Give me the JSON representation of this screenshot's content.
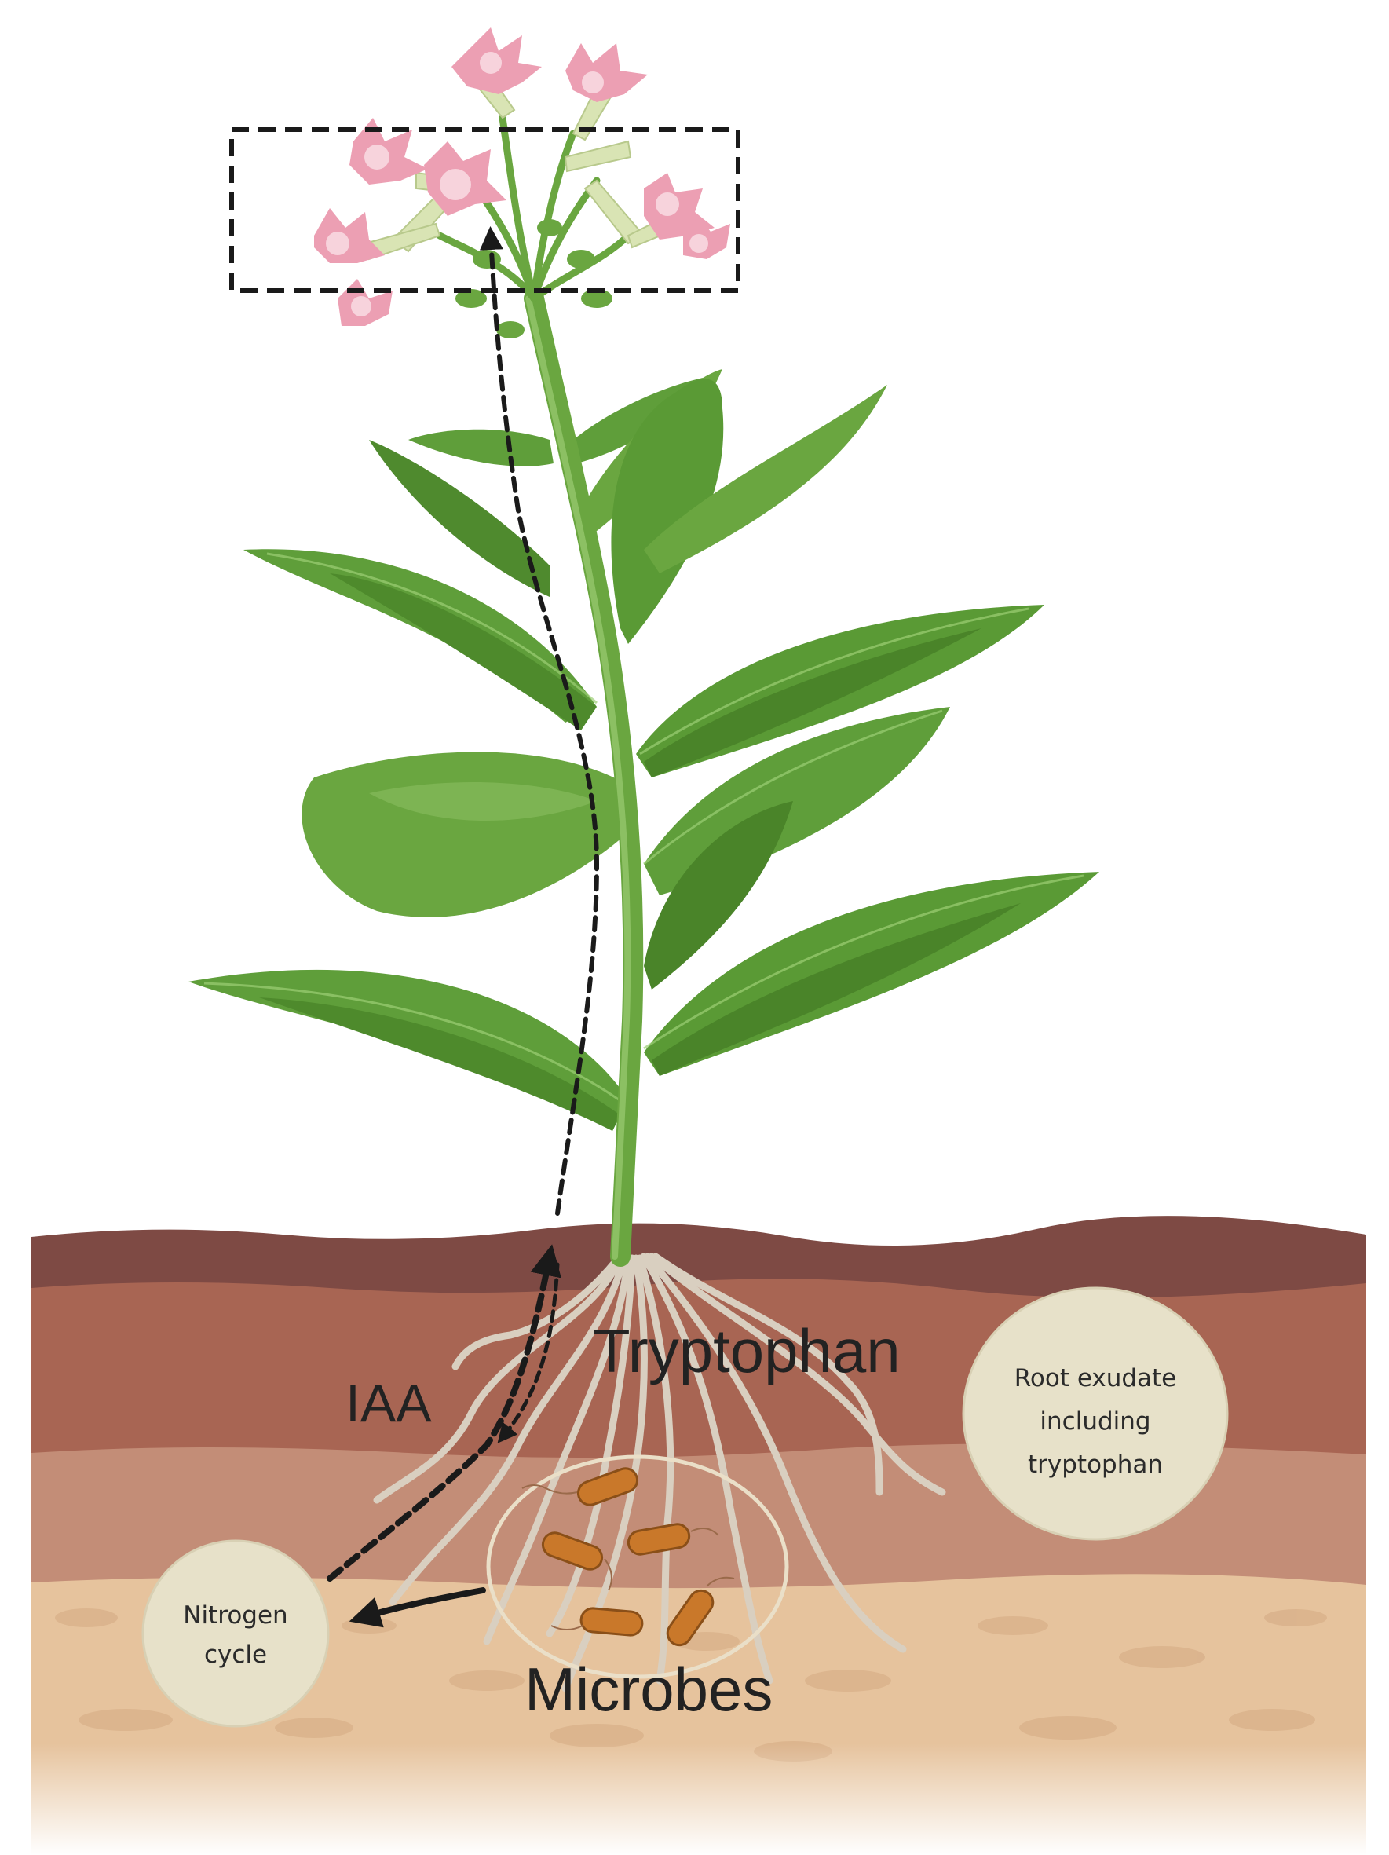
{
  "labels": {
    "iaa": "IAA",
    "tryptophan": "Tryptophan",
    "microbes": "Microbes",
    "root_exudate": [
      "Root exudate",
      "including",
      "tryptophan"
    ],
    "nitrogen_cycle": [
      "Nitrogen",
      "cycle"
    ]
  },
  "colors": {
    "leaf": "#5f9e3a",
    "leaf_dark": "#3f7a25",
    "leaf_light": "#8cc063",
    "stem": "#6aa640",
    "petal": "#ec9fb3",
    "petal_light": "#f7d3dc",
    "flower_tube": "#d9e4b4",
    "soil_top": "#7e4a44",
    "soil_1": "#a86553",
    "soil_2": "#c38d77",
    "soil_3": "#e6c39d",
    "soil_4": "#d9b39a",
    "root": "#d9cfc0",
    "bacteria": "#c9782a",
    "bubble": "#e7e1c9",
    "arrow": "#1a1a1a"
  }
}
